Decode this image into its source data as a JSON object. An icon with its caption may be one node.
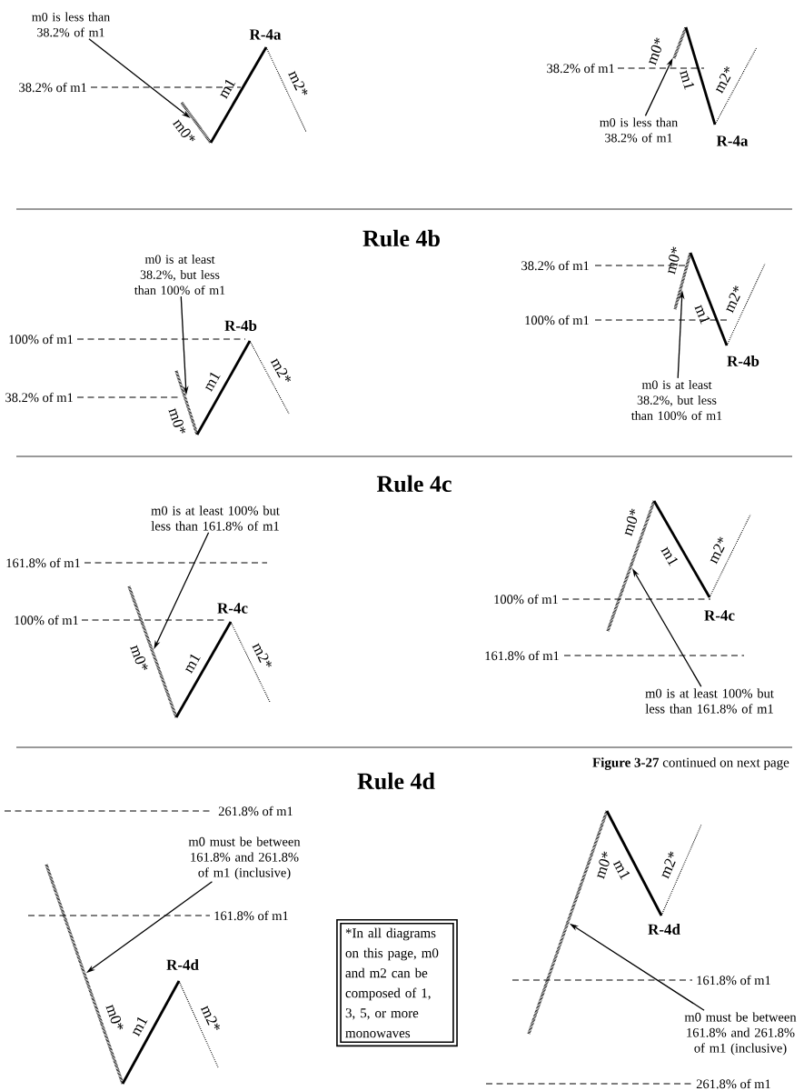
{
  "diagram": {
    "nodes": [
      {
        "text": [
          "m0 is less than 38.2% of m1"
        ]
      },
      {
        "text": [],
        "shape": "line"
      },
      {
        "text": [
          "m0 is less than 38.2% of m1"
        ]
      },
      {
        "text": [],
        "shape": "line"
      },
      {
        "text": [
          "m0 is at least 38.2%, but less than 100% of m1"
        ]
      },
      {
        "text": [],
        "shape": "line"
      },
      {
        "text": [
          "m0 is at least 38.2%, but less than 100% of m1"
        ]
      },
      {
        "text": [],
        "shape": "line"
      },
      {
        "text": [
          "m0 is at least 100% but less than 161.8% of m1"
        ]
      },
      {
        "text": [],
        "shape": "line"
      },
      {
        "text": [
          "m0 is at least 100% but less than 161.8% of m1"
        ]
      },
      {
        "text": [],
        "shape": "line"
      },
      {
        "text": [
          "m0 must be between 161.8% and 261.8% of m1 (inclusive)"
        ]
      },
      {
        "text": [],
        "shape": "line"
      },
      {
        "text": [
          "*In all diagrams on this page, m0 and m2 can be composed of 1, 3, 5, or more monowaves"
        ]
      },
      {
        "text": [],
        "shape": "line"
      },
      {
        "text": [
          "m0 must be between 161.8% and 261.8% of m1 (inclusive)"
        ]
      }
    ],
    "edges": [
      {
        "from": 0,
        "to": 1,
        "arrow": "to"
      },
      {
        "from": 2,
        "to": 3,
        "arrow": "to"
      },
      {
        "from": 4,
        "to": 5,
        "arrow": "to"
      },
      {
        "from": 6,
        "to": 7,
        "arrow": "to"
      },
      {
        "from": 8,
        "to": 9,
        "arrow": "to"
      },
      {
        "from": 10,
        "to": 11,
        "arrow": "to"
      },
      {
        "from": 12,
        "to": 13,
        "arrow": "to"
      },
      {
        "from": 16,
        "to": 15,
        "arrow": "to"
      }
    ],
    "labels": [
      "38.2% of m1",
      "R-4a",
      "m1",
      "m2*",
      "m0*",
      "38.2% of m1",
      "m0*",
      "m1",
      "m2*",
      "R-4a",
      "Rule 4b",
      "100% of m1",
      "R-4b",
      "38.2% of m1",
      "m0*",
      "m1",
      "m2*",
      "38.2% of m1",
      "100% of m1",
      "m0*",
      "m1",
      "m2*",
      "R-4b",
      "Rule 4c",
      "161.8% of m1",
      "100% of m1",
      "R-4c",
      "m0*",
      "m1",
      "m2*",
      "100% of m1",
      "161.8% of m1",
      "m0*",
      "m1",
      "m2*",
      "R-4c",
      "**Figure 3-27** continued on next page",
      "Rule 4d",
      "261.8% of m1",
      "161.8% of m1",
      "m0*",
      "R-4d",
      "m1",
      "m2*",
      "m0*",
      "m1",
      "m2*",
      "R-4d",
      "161.8% of m1",
      "261.8% of m1"
    ]
  }
}
